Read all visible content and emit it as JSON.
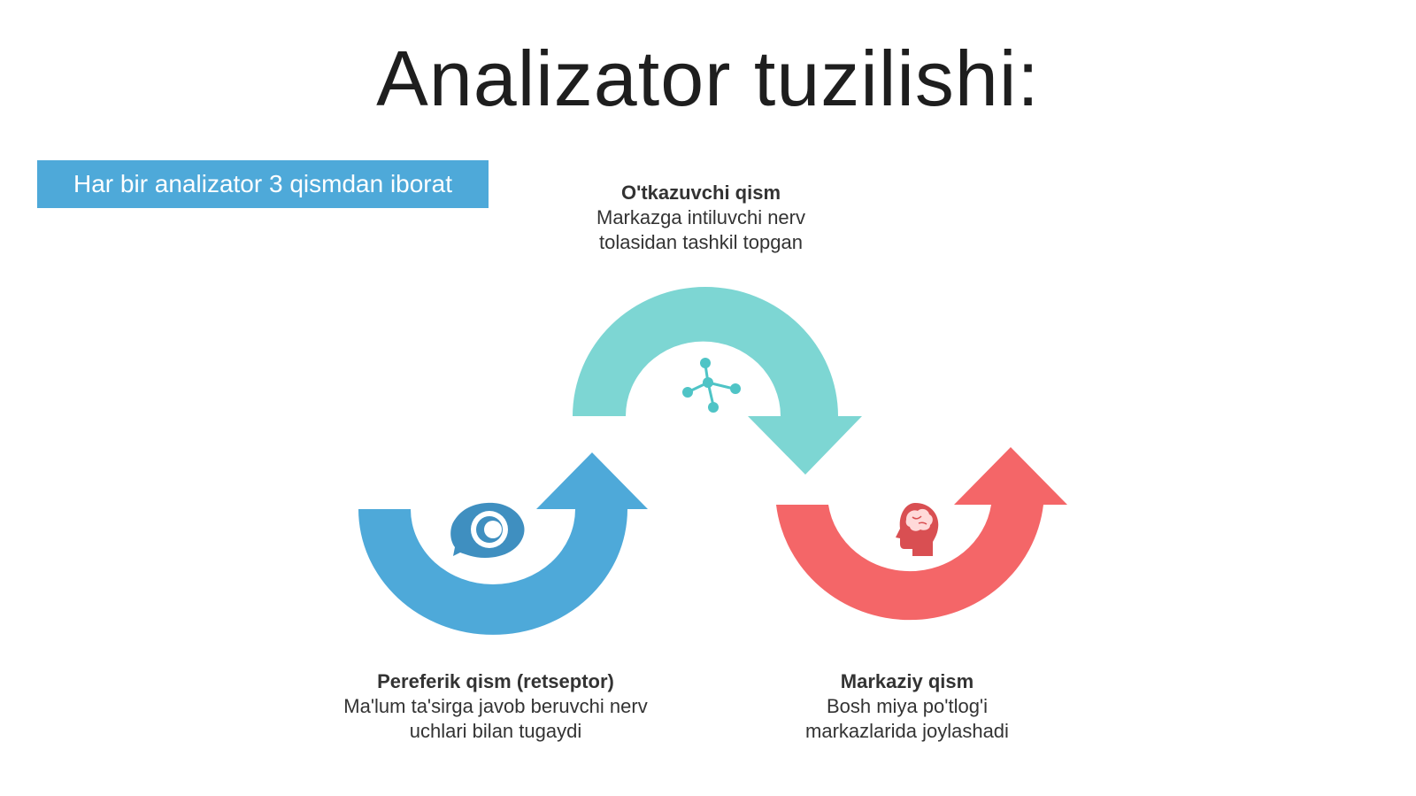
{
  "title": "Analizator tuzilishi:",
  "badge": "Har bir analizator 3 qismdan iborat",
  "parts": {
    "top": {
      "heading": "O'tkazuvchi qism",
      "description": "Markazga intiluvchi nerv\ntolasidan tashkil topgan",
      "icon": "network-icon",
      "color": "#7dd6d3"
    },
    "left": {
      "heading": "Pereferik qism (retseptor)",
      "description": "Ma'lum ta'sirga javob beruvchi nerv\nuchlari bilan tugaydi",
      "icon": "eye-icon",
      "color": "#4ea9d9"
    },
    "right": {
      "heading": "Markaziy qism",
      "description": "Bosh miya po'tlog'i\nmarkazlarida joylashadi",
      "icon": "head-brain-icon",
      "color": "#f46668"
    }
  }
}
